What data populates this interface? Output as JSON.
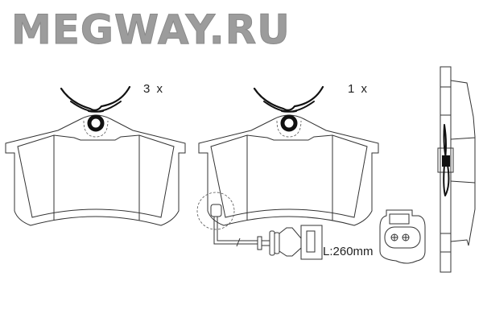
{
  "watermark": "MEGWAY.RU",
  "pads": [
    {
      "name": "pad-standard",
      "quantity_label": "3 x"
    },
    {
      "name": "pad-with-sensor",
      "quantity_label": "1 x"
    }
  ],
  "sensor": {
    "length_label": "L:260mm"
  }
}
